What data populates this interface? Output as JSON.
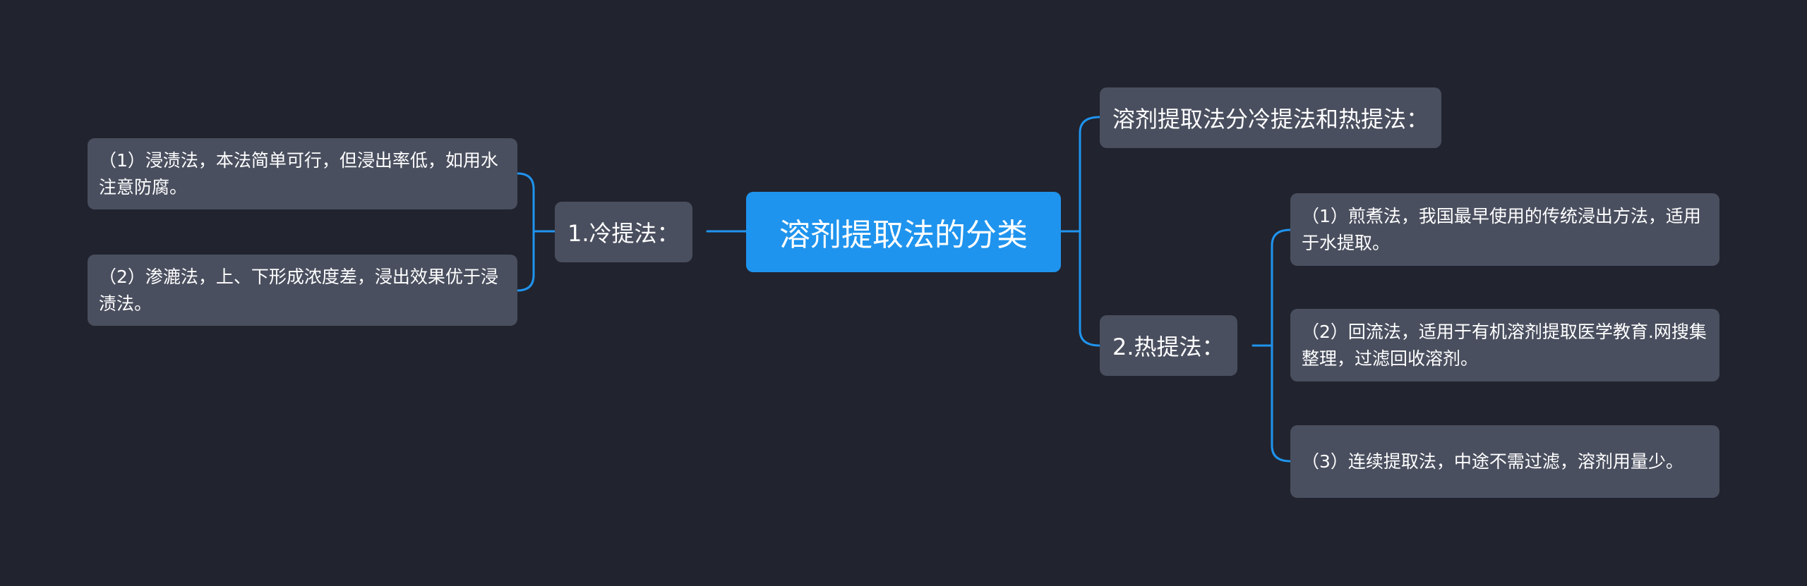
{
  "root": {
    "label": "溶剂提取法的分类"
  },
  "left": {
    "branch": {
      "label": "1.冷提法："
    },
    "children": [
      {
        "label": "（1）浸渍法，本法简单可行，但浸出率低，如用水注意防腐。"
      },
      {
        "label": "（2）渗漉法，上、下形成浓度差，浸出效果优于浸渍法。"
      }
    ]
  },
  "right": {
    "summary": {
      "label": "溶剂提取法分冷提法和热提法："
    },
    "branch": {
      "label": "2.热提法："
    },
    "children": [
      {
        "label": "（1）煎煮法，我国最早使用的传统浸出方法，适用于水提取。"
      },
      {
        "label": "（2）回流法，适用于有机溶剂提取医学教育.网搜集整理，过滤回收溶剂。"
      },
      {
        "label": "（3）连续提取法，中途不需过滤，溶剂用量少。"
      }
    ]
  },
  "colors": {
    "background": "#21232e",
    "root": "#1f94ee",
    "node": "#4a4f5f",
    "connector": "#1f94ee",
    "text": "#ffffff"
  }
}
